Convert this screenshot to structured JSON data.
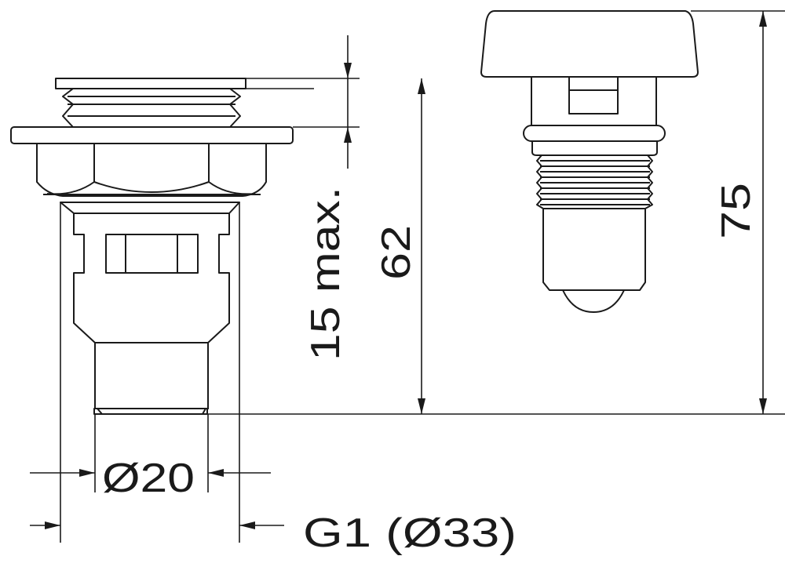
{
  "drawing": {
    "dimensions": {
      "panel_thickness": "15 max.",
      "height_left": "62",
      "height_right": "75",
      "inner_diameter": "Ø20",
      "thread_size": "G1 (Ø33)"
    },
    "line_color": "#1a1a1a",
    "background": "#ffffff"
  }
}
